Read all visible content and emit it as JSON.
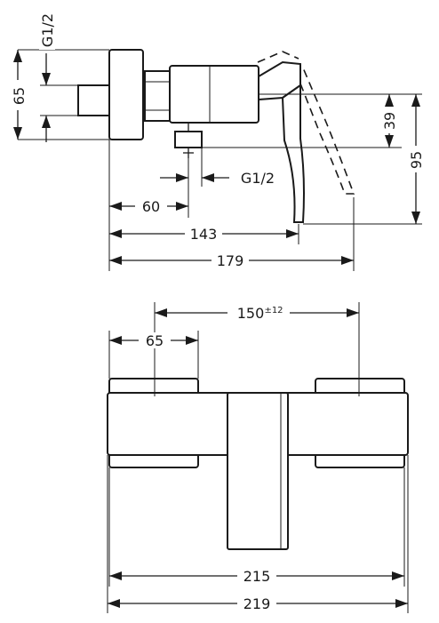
{
  "side_view": {
    "thread_top": "G1/2",
    "dim_65": "65",
    "dim_39": "39",
    "dim_95": "95",
    "dim_60": "60",
    "thread_bottom": "G1/2",
    "dim_143": "143",
    "dim_179": "179"
  },
  "front_view": {
    "dim_150": "150",
    "dim_150_tolerance": "±12",
    "dim_65": "65",
    "dim_215": "215",
    "dim_219": "219"
  }
}
